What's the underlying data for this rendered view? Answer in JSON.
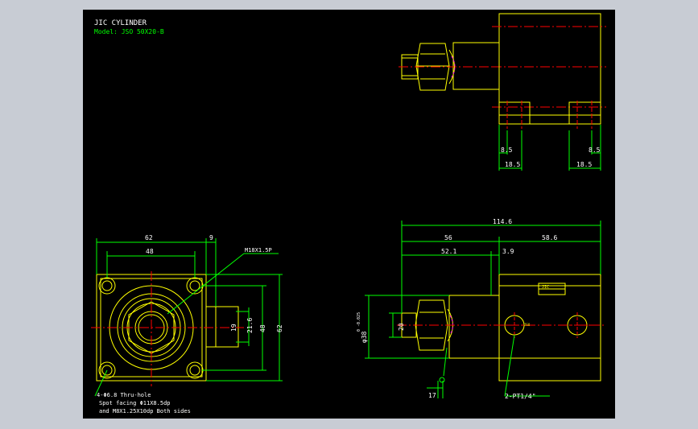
{
  "title_block": {
    "title": "JIC CYLINDER",
    "model": "Model: JSO 50X20-B"
  },
  "colors": {
    "paper": "#000000",
    "outline": "#ffff00",
    "dimension": "#00ff00",
    "centerline": "#ff0000",
    "hidden": "#ff00ff",
    "background": "#c8ccd4"
  },
  "top_view": {
    "dims": {
      "left_small": "8.5",
      "right_small": "8.5",
      "left_width": "18.5",
      "right_width": "18.5"
    }
  },
  "front_view": {
    "dims": {
      "overall": "114.6",
      "body": "56",
      "cap": "58.6",
      "rod_offset": "52.1",
      "step": "3.9",
      "bore": "φ38",
      "bore_tol": "0 -0.025",
      "rod_block": "20",
      "wrench": "17"
    },
    "port_label": "2-PT1/4\"",
    "brand_text": "JIC",
    "small_label": "JSO"
  },
  "end_view": {
    "dims": {
      "width": "62",
      "width_extra": "9",
      "bolt_pitch": "48",
      "thread_callout": "M18X1.5P",
      "side_19": "19",
      "side_21": "21.6",
      "height_48": "48",
      "height_62": "62"
    },
    "note_1": "4-Φ6.8  Thru-hole",
    "note_2": "Spot facing  Φ11X8.5dp",
    "note_3": "and M8X1.25X10dp  Both sides"
  }
}
